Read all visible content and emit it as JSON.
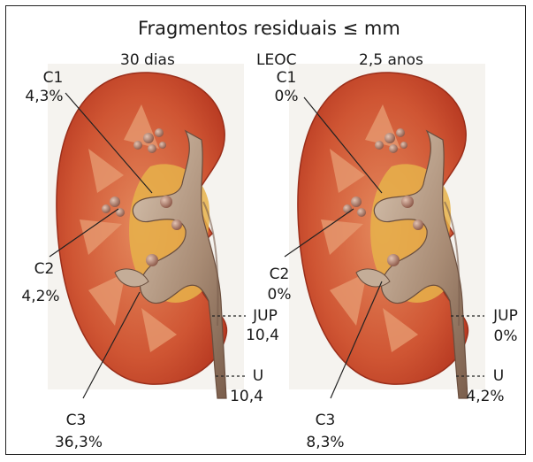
{
  "title": "Fragmentos residuais ≤  mm",
  "header": {
    "left": "30 dias",
    "middle": "LEOC",
    "right": "2,5 anos"
  },
  "kidneys": [
    {
      "c1": {
        "name": "C1",
        "value": "4,3%"
      },
      "c2": {
        "name": "C2",
        "value": "4,2%"
      },
      "c3": {
        "name": "C3",
        "value": "36,3%"
      },
      "jup": {
        "name": "JUP",
        "value": "10,4"
      },
      "u": {
        "name": "U",
        "value": "10,4"
      }
    },
    {
      "c1": {
        "name": "C1",
        "value": "0%"
      },
      "c2": {
        "name": "C2",
        "value": "0%"
      },
      "c3": {
        "name": "C3",
        "value": "8,3%"
      },
      "jup": {
        "name": "JUP",
        "value": "0%"
      },
      "u": {
        "name": "U",
        "value": "4,2%"
      }
    }
  ],
  "colors": {
    "cortex": "#c8462a",
    "medulla": "#d97a52",
    "fat": "#e6b24a",
    "pelvis": "#b8a08c",
    "stone": "#a06e5a"
  }
}
